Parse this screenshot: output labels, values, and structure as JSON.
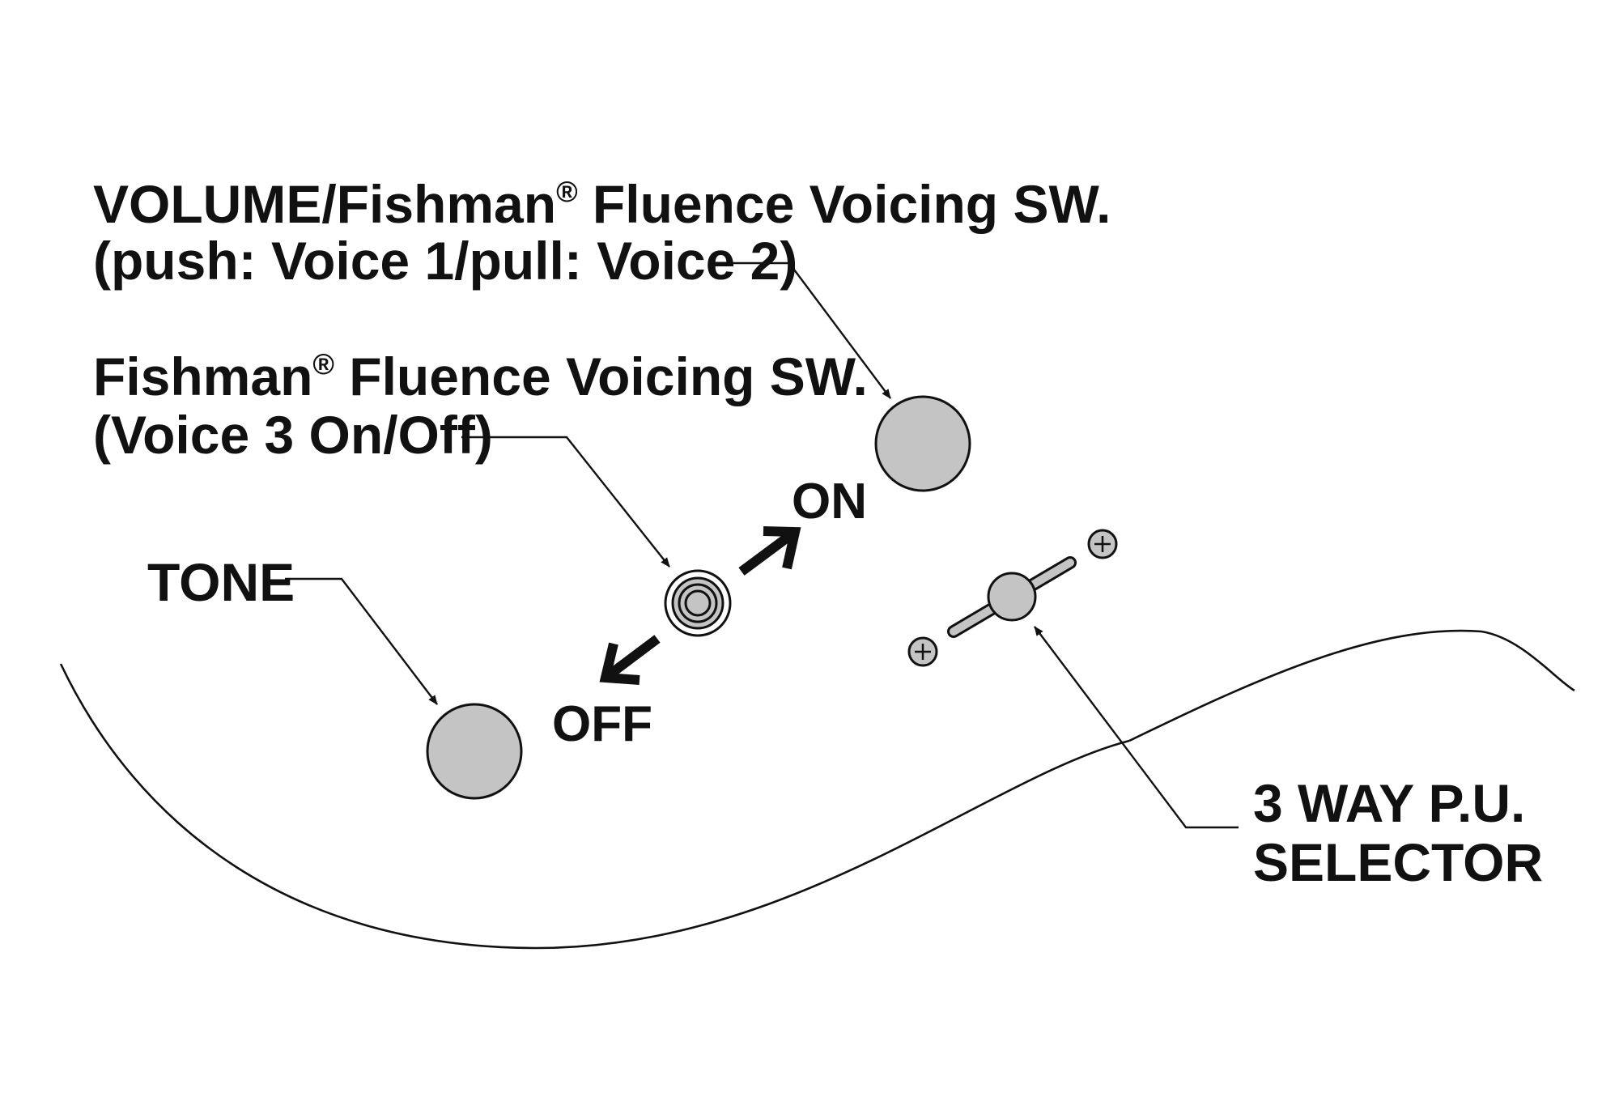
{
  "labels": {
    "volume_line1": "VOLUME/Fishman",
    "volume_line1_reg": "®",
    "volume_line1_rest": " Fluence Voicing SW.",
    "volume_line2": "(push: Voice 1/pull: Voice 2)",
    "voicing_line1": "Fishman",
    "voicing_line1_reg": "®",
    "voicing_line1_rest": " Fluence Voicing SW.",
    "voicing_line2": "(Voice 3 On/Off)",
    "tone": "TONE",
    "on": "ON",
    "off": "OFF",
    "selector_line1": "3 WAY P.U.",
    "selector_line2": "SELECTOR"
  },
  "colors": {
    "knob_fill": "#c4c4c4",
    "ink": "#111111",
    "background": "#ffffff"
  },
  "icons": {
    "volume_knob": "knob-icon",
    "tone_knob": "knob-icon",
    "voicing_switch": "mini-toggle-icon",
    "pickup_selector": "blade-switch-icon",
    "screws": "screw-icon",
    "on_arrow": "arrow-up-right-icon",
    "off_arrow": "arrow-down-left-icon"
  }
}
